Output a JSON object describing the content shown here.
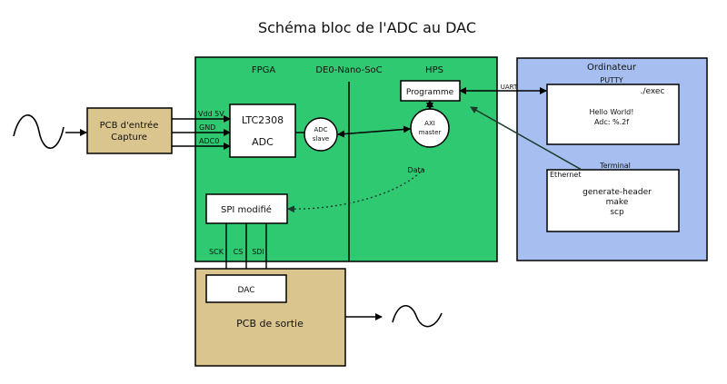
{
  "title": "Schéma bloc de l'ADC au DAC",
  "colors": {
    "fpga_green": "#2ec971",
    "computer_blue": "#a6bff0",
    "pcb_tan": "#dbc58e",
    "white": "#ffffff",
    "line": "#000000",
    "arrow_dark": "#1f3a2d"
  },
  "pcb_input": {
    "line1": "PCB d'entrée",
    "line2": "Capture"
  },
  "fpga": {
    "label": "FPGA",
    "board_label": "DE0-Nano-SoC",
    "hps_label": "HPS",
    "ltc": {
      "line1": "LTC2308",
      "line2": "ADC"
    },
    "pins": {
      "vdd": "Vdd 5V",
      "gnd": "GND",
      "adc0": "ADC0"
    },
    "adc_slave": {
      "line1": "ADC",
      "line2": "slave"
    },
    "axi_master": {
      "line1": "AXI",
      "line2": "master"
    },
    "programme": "Programme",
    "data_label": "Data",
    "spi": "SPI modifié",
    "spi_pins": {
      "sck": "SCK",
      "cs": "CS",
      "sdi": "SDI"
    }
  },
  "computer": {
    "label": "Ordinateur",
    "uart": "UART",
    "putty": {
      "label": "PUTTY",
      "exec": "./exec",
      "line1": "Hello World!",
      "line2": "Adc: %.2f"
    },
    "terminal": {
      "label": "Terminal",
      "ethernet": "Ethernet",
      "line1": "generate-header",
      "line2": "make",
      "line3": "scp"
    }
  },
  "pcb_output": {
    "dac": "DAC",
    "label": "PCB de sortie"
  }
}
